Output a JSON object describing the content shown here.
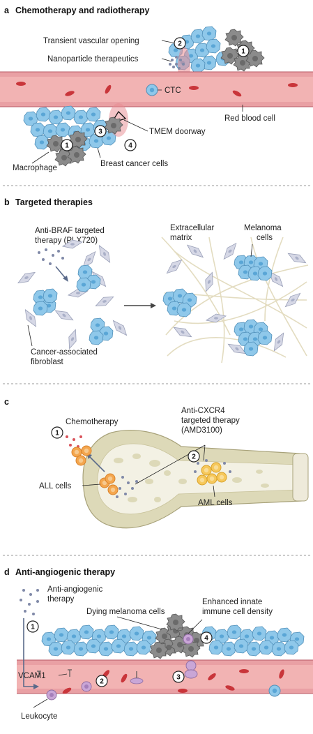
{
  "panel_a": {
    "letter": "a",
    "title": "Chemotherapy and radiotherapy",
    "labels": {
      "vascular_opening": "Transient vascular opening",
      "nanoparticles": "Nanoparticle therapeutics",
      "ctc": "CTC",
      "rbc": "Red blood cell",
      "tmem": "TMEM doorway",
      "macrophage": "Macrophage",
      "breast": "Breast cancer cells"
    },
    "numbers": [
      "1",
      "2",
      "3",
      "4",
      "1"
    ]
  },
  "panel_b": {
    "letter": "b",
    "title": "Targeted therapies",
    "labels": {
      "anti_braf_1": "Anti-BRAF targeted",
      "anti_braf_2": "therapy (PLX720)",
      "ecm_1": "Extracellular",
      "ecm_2": "matrix",
      "melanoma_1": "Melanoma",
      "melanoma_2": "cells",
      "caf_1": "Cancer-associated",
      "caf_2": "fibroblast"
    }
  },
  "panel_c": {
    "letter": "c",
    "labels": {
      "chemo": "Chemotherapy",
      "cxcr4_1": "Anti-CXCR4",
      "cxcr4_2": "targeted therapy",
      "cxcr4_3": "(AMD3100)",
      "all": "ALL cells",
      "aml": "AML cells"
    },
    "numbers": [
      "1",
      "2"
    ]
  },
  "panel_d": {
    "letter": "d",
    "title": "Anti-angiogenic therapy",
    "labels": {
      "anti_angio_1": "Anti-angiogenic",
      "anti_angio_2": "therapy",
      "dying": "Dying melanoma cells",
      "enhanced_1": "Enhanced innate",
      "enhanced_2": "immune cell density",
      "vcam1": "VCAM1",
      "leukocyte": "Leukocyte"
    },
    "numbers": [
      "1",
      "2",
      "3",
      "4"
    ]
  },
  "colors": {
    "vessel_fill": "#f2b3b3",
    "vessel_wall": "#d9828a",
    "vessel_line": "#b85a66",
    "rbc": "#c9353a",
    "cancer_cell": "#8fc8ea",
    "cancer_cell_dark": "#5aa6d6",
    "macrophage": "#8b8b8b",
    "fibroblast": "#d6d8e6",
    "ecm_fiber": "#e3dcc0",
    "bone": "#ddd9b8",
    "bone_inner": "#f3f1e4",
    "orange_cell": "#f4a64e",
    "aml_cell": "#f6c85b",
    "drug_dot": "#8089a8",
    "chemo_dot": "#d9535b",
    "leukocyte": "#c9a6d6",
    "divider": "#999999"
  }
}
